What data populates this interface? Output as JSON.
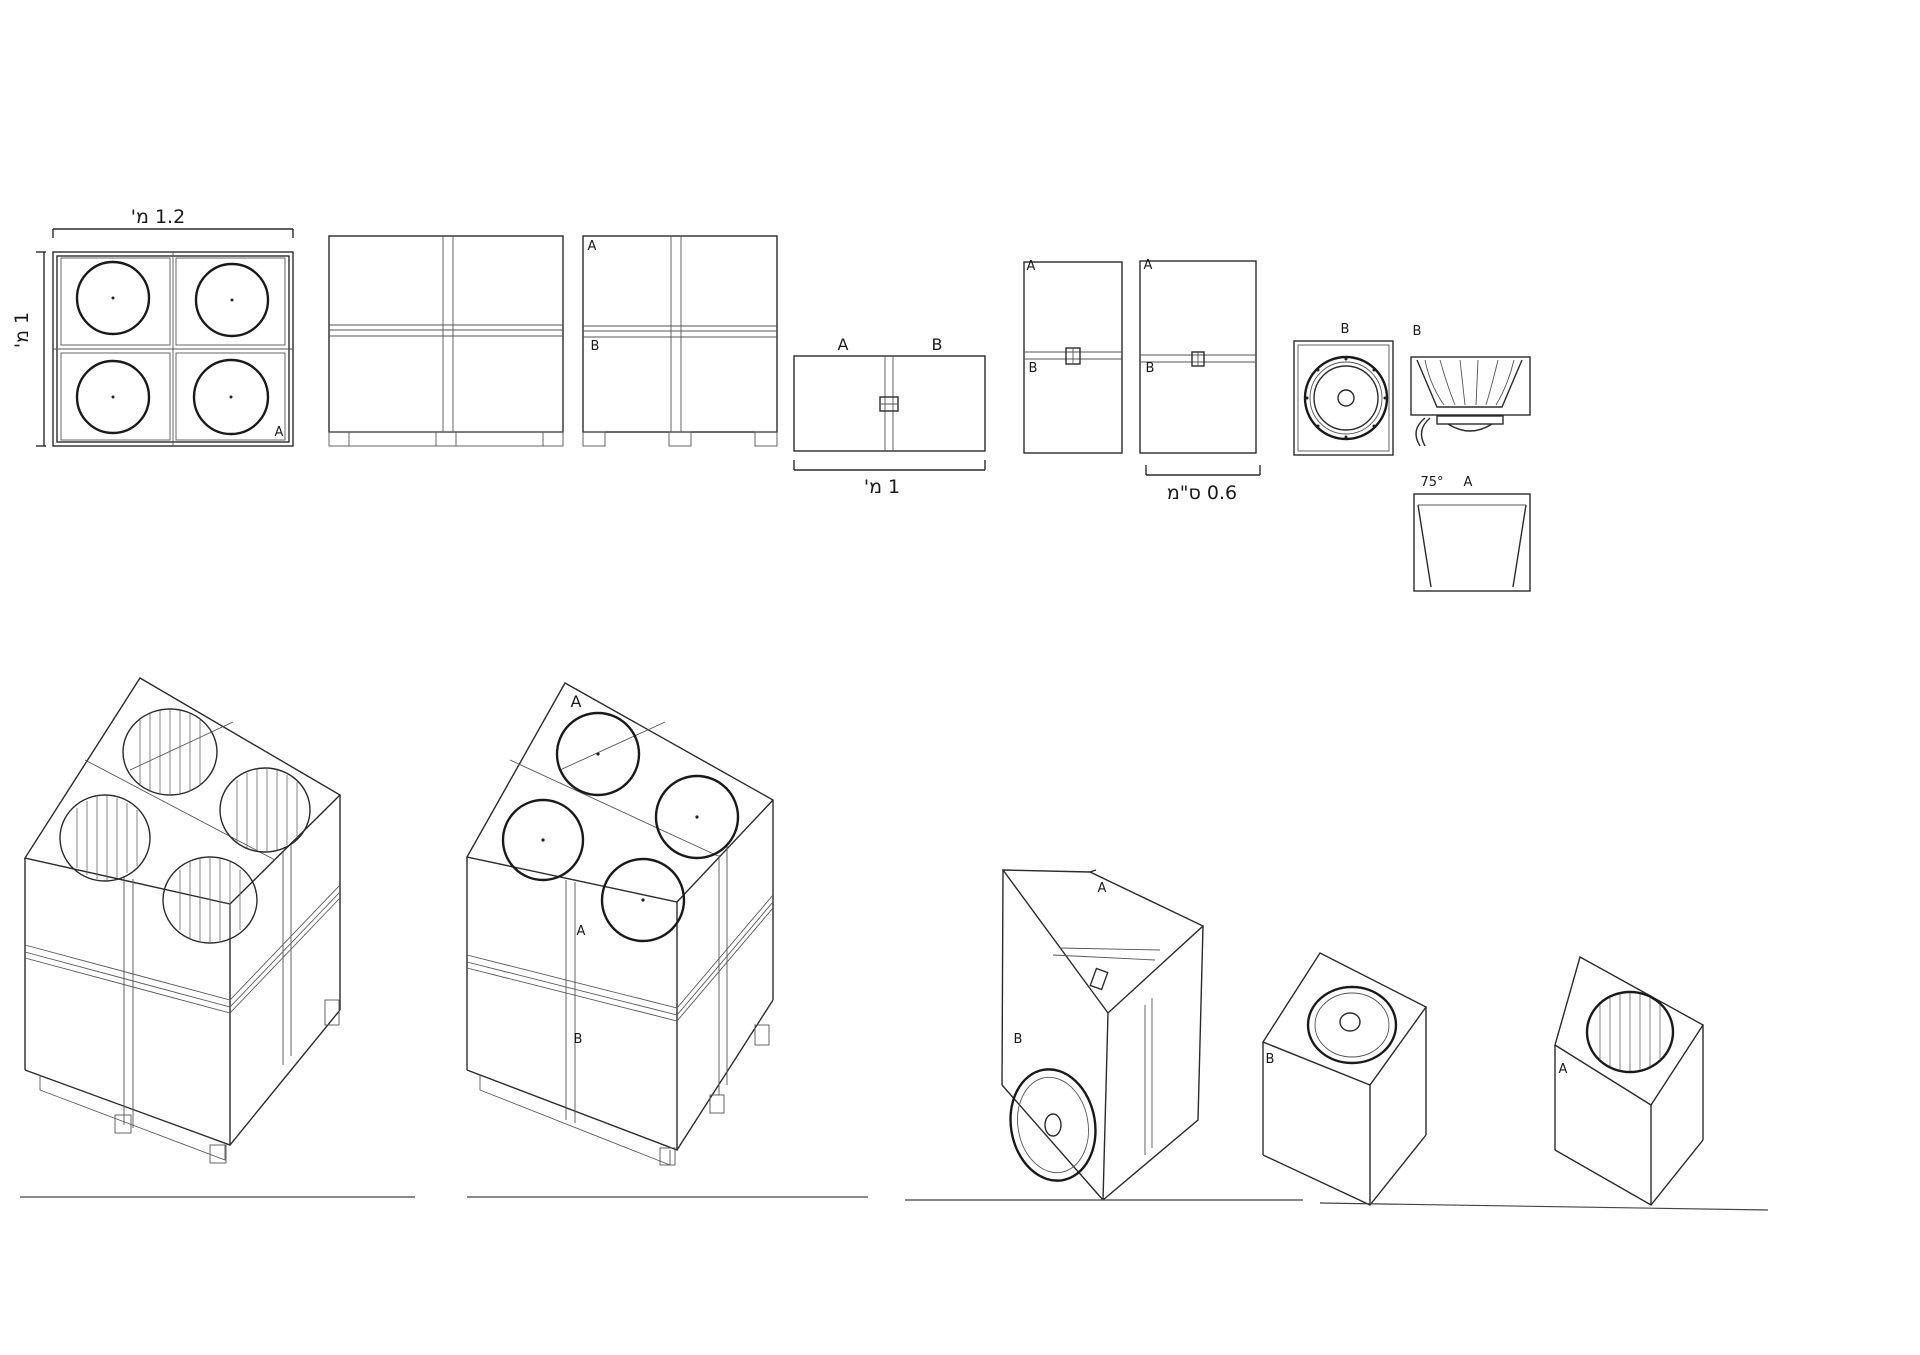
{
  "dimensions": {
    "width_label": "1.2 מ'",
    "height_label": "1 מ'",
    "unit_length_label": "1 מ'",
    "unit_depth_label": "0.6 ס\"מ"
  },
  "labels": {
    "a": "A",
    "b": "B",
    "angle": "75°"
  }
}
